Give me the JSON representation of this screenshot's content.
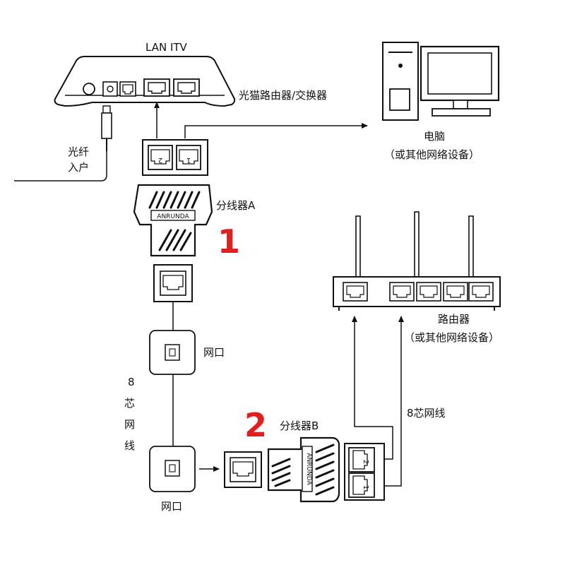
{
  "labels": {
    "lan_itv": "LAN  ITV",
    "modem": "光猫路由器/交换器",
    "computer": "电脑",
    "computer_sub": "（或其他网络设备）",
    "fiber_line1": "光纤",
    "fiber_line2": "入户",
    "splitter_a": "分线器A",
    "splitter_b": "分线器B",
    "num_1": "1",
    "num_2": "2",
    "router": "路由器",
    "router_sub": "（或其他网络设备）",
    "wall_port_top": "网口",
    "wall_port_bottom": "网口",
    "cable_vertical": [
      "8",
      "芯",
      "网",
      "线"
    ],
    "cable_8core": "8芯网线",
    "brand_a": "ANRUNDA",
    "brand_b": "ANRUNDA",
    "port_a_left": "2",
    "port_a_right": "1",
    "port_b_top": "2",
    "port_b_bottom": "1"
  },
  "colors": {
    "line": "#111111",
    "accent_number": "#e02020"
  }
}
